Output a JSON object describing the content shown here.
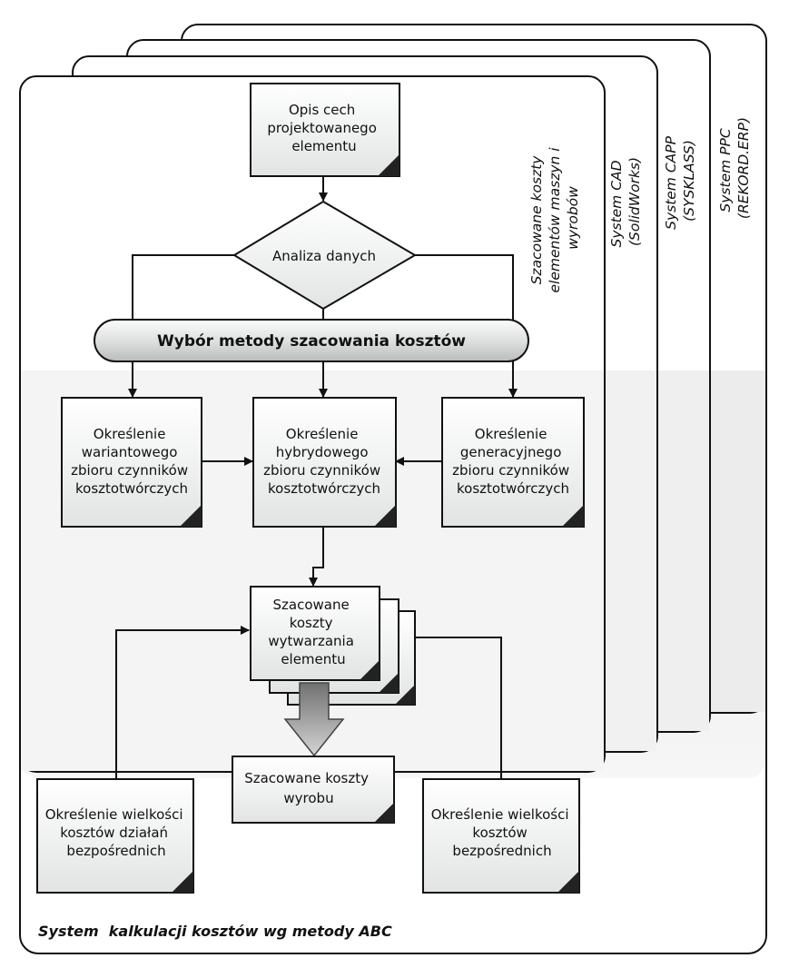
{
  "nodes": {
    "opis": [
      "Opis cech",
      "projektowanego",
      "elementu"
    ],
    "analiza": "Analiza danych",
    "wybor": "Wybór metody szacowania kosztów",
    "wariant": [
      "Określenie",
      "wariantowego",
      "zbioru czynników",
      "kosztotwórczych"
    ],
    "hybryd": [
      "Określenie",
      "hybrydowego",
      "zbioru czynników",
      "kosztotwórczych"
    ],
    "generac": [
      "Określenie",
      "generacyjnego",
      "zbioru czynników",
      "kosztotwórczych"
    ],
    "szac_elem": [
      "Szacowane",
      "koszty",
      "wytwarzania",
      "elementu"
    ],
    "szac_wyrob": [
      "Szacowane koszty",
      "wyrobu"
    ],
    "dzialan": [
      "Określenie wielkości",
      "kosztów działań",
      "bezpośrednich"
    ],
    "bezpos": [
      "Określenie wielkości",
      "kosztów",
      "bezpośrednich"
    ]
  },
  "panels": {
    "szac_maszyn": [
      "Szacowane koszty",
      "elementów maszyn i",
      "wyrobów"
    ],
    "cad": [
      "System CAD",
      "(SolidWorks)"
    ],
    "capp": [
      "System CAPP",
      "(SYSKLASS)"
    ],
    "ppc": [
      "System PPC",
      "(REKORD.ERP)"
    ],
    "abc": "System  kalkulacji kosztów wg metody ABC"
  }
}
